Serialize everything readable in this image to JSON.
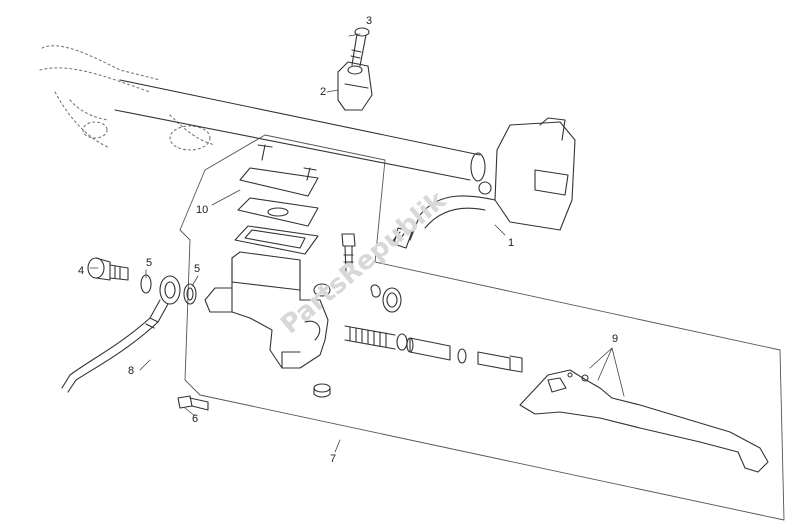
{
  "watermark": "PartsRepublik",
  "callouts": [
    "1",
    "2",
    "3",
    "4",
    "5",
    "5",
    "6",
    "7",
    "8",
    "9",
    "10"
  ]
}
